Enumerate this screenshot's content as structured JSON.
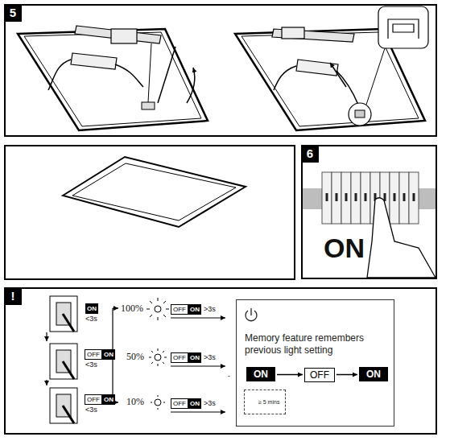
{
  "diagram": {
    "nodes": [
      {
        "text": [
          "5"
        ]
      },
      {
        "text": [
          "6",
          "ON"
        ]
      },
      {
        "text": [
          "!"
        ]
      },
      {
        "text": [
          "Memory feature remembers previous light setting"
        ],
        "in": 2
      },
      {
        "text": [
          "ON"
        ],
        "in": 3
      },
      {
        "text": [
          "OFF"
        ],
        "in": 3
      },
      {
        "text": [
          "ON"
        ],
        "in": 3
      },
      {
        "text": [
          "≥ 5 mins"
        ],
        "in": 3
      }
    ],
    "edges": [
      {
        "from": 4,
        "to": 5,
        "arrow": "to"
      },
      {
        "from": 5,
        "to": 6,
        "arrow": "to"
      }
    ],
    "labels": [
      "ON",
      "<3s",
      "OFF",
      "ON",
      "<3s",
      "OFF",
      "ON",
      "<3s",
      "100%",
      "OFF",
      "ON",
      ">3s",
      "50%",
      "OFF",
      "ON",
      ">3s",
      "10%",
      "OFF",
      "ON",
      ">3s",
      "-"
    ]
  }
}
